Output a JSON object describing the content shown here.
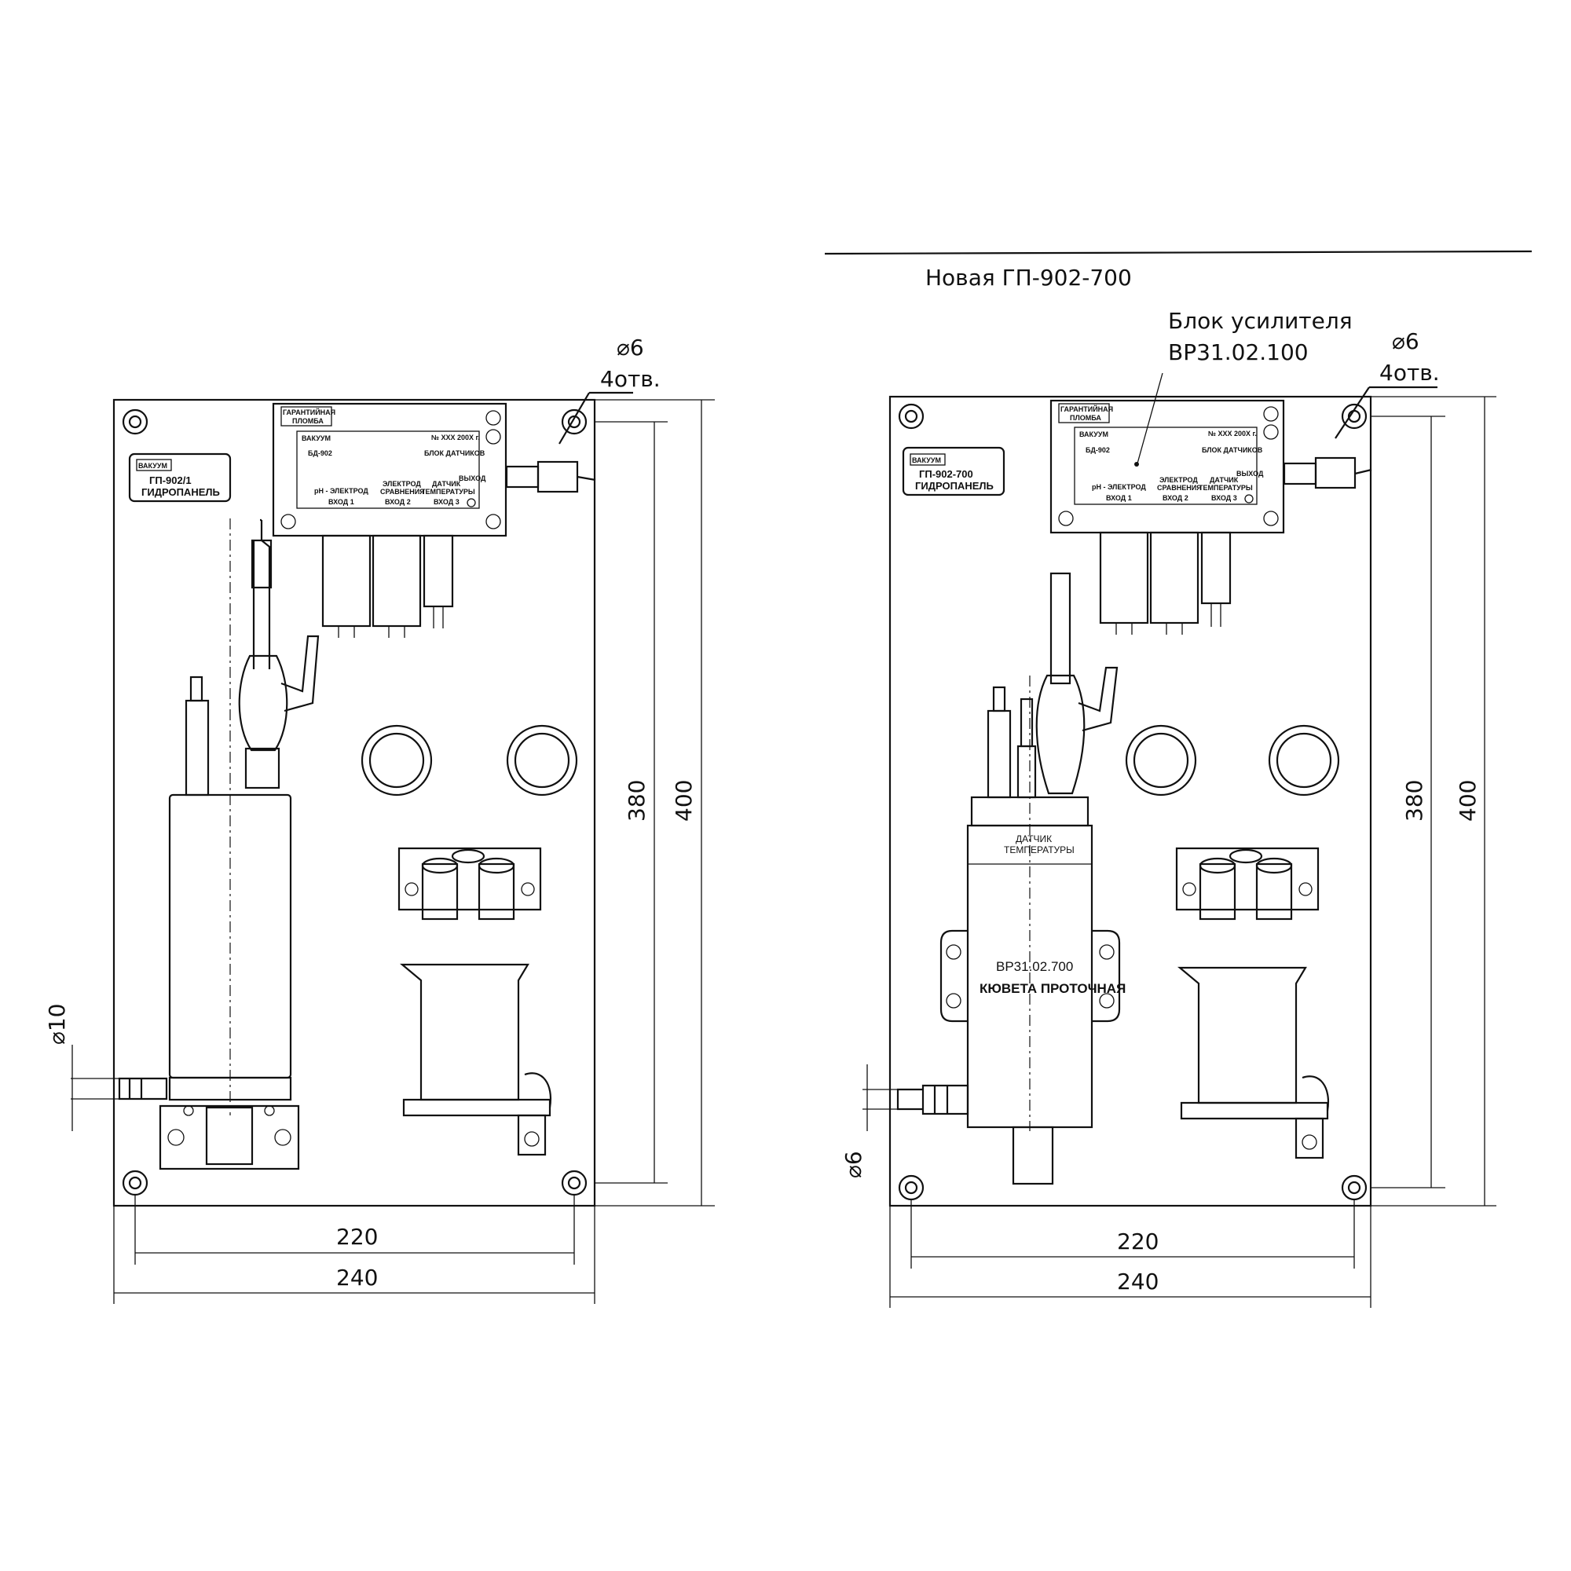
{
  "header": {
    "title": "Новая ГП-902-700"
  },
  "callouts": {
    "amplifier_label": "Блок усилителя",
    "amplifier_code": "ВР31.02.100"
  },
  "left_panel": {
    "plate_name": "ГП-902/1",
    "plate_type": "ГИДРОПАНЕЛЬ",
    "logo_text": "ВАКУУМ",
    "sensor_box": {
      "seal_line1": "ГАРАНТИЙНАЯ",
      "seal_line2": "ПЛОМБА",
      "model": "БД-902",
      "serial": "№ XXX 200X г.",
      "name": "БЛОК ДАТЧИКОВ",
      "output": "ВЫХОД",
      "col1_top": "pH - ЭЛЕКТРОД",
      "col2_top1": "ЭЛЕКТРОД",
      "col2_top2": "СРАВНЕНИЯ",
      "col3_top1": "ДАТЧИК",
      "col3_top2": "ТЕМПЕРАТУРЫ",
      "col1_bot": "ВХОД 1",
      "col2_bot": "ВХОД 2",
      "col3_bot": "ВХОД 3"
    },
    "dims": {
      "hole_dia": "⌀6",
      "hole_count": "4отв.",
      "inner_height": "380",
      "outer_height": "400",
      "inner_width": "220",
      "outer_width": "240",
      "inlet_dia": "⌀10"
    }
  },
  "right_panel": {
    "plate_name": "ГП-902-700",
    "plate_type": "ГИДРОПАНЕЛЬ",
    "logo_text": "ВАКУУМ",
    "sensor_box": {
      "seal_line1": "ГАРАНТИЙНАЯ",
      "seal_line2": "ПЛОМБА",
      "model": "БД-902",
      "serial": "№ XXX 200X г.",
      "name": "БЛОК ДАТЧИКОВ",
      "output": "ВЫХОД",
      "col1_top": "pH - ЭЛЕКТРОД",
      "col2_top1": "ЭЛЕКТРОД",
      "col2_top2": "СРАВНЕНИЯ",
      "col3_top1": "ДАТЧИК",
      "col3_top2": "ТЕМПЕРАТУРЫ",
      "col1_bot": "ВХОД 1",
      "col2_bot": "ВХОД 2",
      "col3_bot": "ВХОД 3"
    },
    "cuvette": {
      "temp_label1": "ДАТЧИК",
      "temp_label2": "ТЕМПЕРАТУРЫ",
      "code": "ВР31.02.700",
      "name": "КЮВЕТА ПРОТОЧНАЯ"
    },
    "dims": {
      "hole_dia": "⌀6",
      "hole_count": "4отв.",
      "inner_height": "380",
      "outer_height": "400",
      "inner_width": "220",
      "outer_width": "240",
      "inlet_dia": "⌀6"
    }
  }
}
